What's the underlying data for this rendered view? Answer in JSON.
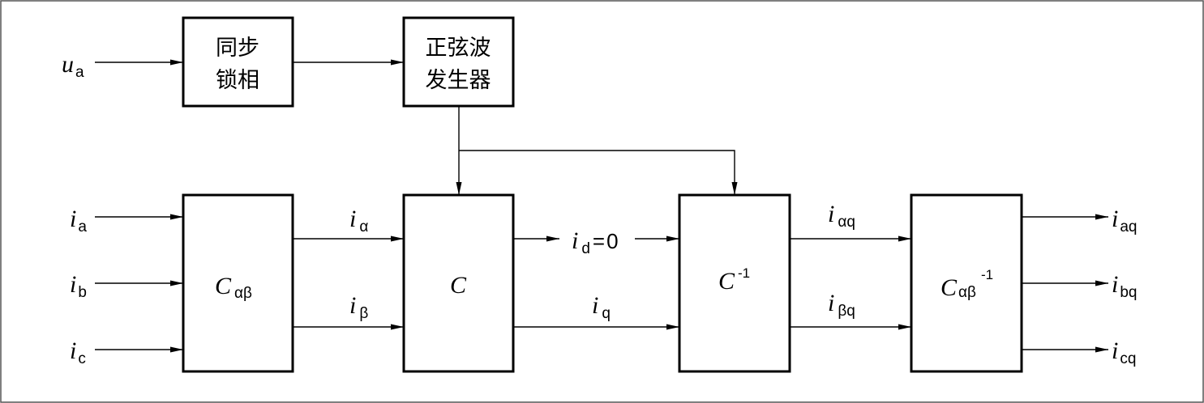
{
  "blocks": {
    "pll": {
      "line1": "同步",
      "line2": "锁相"
    },
    "sine_gen": {
      "line1": "正弦波",
      "line2": "发生器"
    },
    "c_alpha_beta": {
      "symbol": "C",
      "subscript": "αβ"
    },
    "c": {
      "symbol": "C"
    },
    "c_inverse": {
      "symbol": "C",
      "superscript": "-1"
    },
    "c_alpha_beta_inverse": {
      "symbol": "C",
      "subscript": "αβ",
      "superscript": "-1"
    }
  },
  "signals": {
    "ua": {
      "symbol": "u",
      "subscript": "a"
    },
    "ia": {
      "symbol": "i",
      "subscript": "a"
    },
    "ib": {
      "symbol": "i",
      "subscript": "b"
    },
    "ic": {
      "symbol": "i",
      "subscript": "c"
    },
    "i_alpha": {
      "symbol": "i",
      "subscript": "α"
    },
    "i_beta": {
      "symbol": "i",
      "subscript": "β"
    },
    "id": {
      "symbol": "i",
      "subscript": "d",
      "equals": "=",
      "value": "0"
    },
    "iq": {
      "symbol": "i",
      "subscript": "q"
    },
    "i_alpha_q": {
      "symbol": "i",
      "subscript": "αq"
    },
    "i_beta_q": {
      "symbol": "i",
      "subscript": "βq"
    },
    "iaq": {
      "symbol": "i",
      "subscript": "aq"
    },
    "ibq": {
      "symbol": "i",
      "subscript": "bq"
    },
    "icq": {
      "symbol": "i",
      "subscript": "cq"
    }
  }
}
